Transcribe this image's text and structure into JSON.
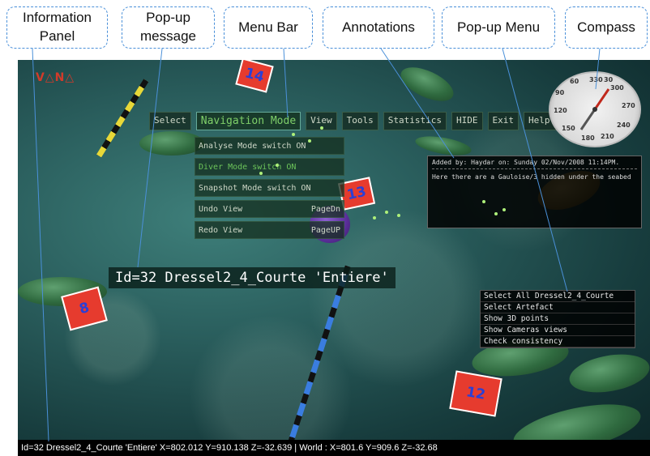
{
  "callouts": {
    "info_panel": "Information\nPanel",
    "popup_message": "Pop-up\nmessage",
    "menu_bar": "Menu Bar",
    "annotations": "Annotations",
    "popup_menu": "Pop-up Menu",
    "compass": "Compass"
  },
  "menubar": {
    "items": [
      "Select",
      "Navigation Mode",
      "View",
      "Tools",
      "Statistics",
      "HIDE",
      "Exit",
      "Help ?"
    ]
  },
  "submenu": {
    "rows": [
      {
        "label": "Analyse Mode switch ON",
        "key": ""
      },
      {
        "label": "Diver Mode switch ON",
        "key": ""
      },
      {
        "label": "Snapshot Mode switch ON",
        "key": ""
      },
      {
        "label": "Undo View",
        "key": "PageDn"
      },
      {
        "label": "Redo View",
        "key": "PageUP"
      }
    ]
  },
  "popup_message": "Id=32 Dressel2_4_Courte 'Entiere'",
  "annotation": {
    "header": "Added by: Haydar  on: Sunday 02/Nov/2008  11:14PM.",
    "body": "Here there are a Gauloise/3 hidden under the seabed"
  },
  "popup_menu": {
    "items": [
      "Select All Dressel2_4_Courte",
      "Select Artefact",
      "Show 3D points",
      "Show Cameras views",
      "Check consistency"
    ]
  },
  "compass": {
    "labels": [
      "330",
      "300",
      "270",
      "240",
      "210",
      "180",
      "150",
      "120",
      "90",
      "60",
      "30"
    ]
  },
  "tags": [
    "14",
    "13",
    "8",
    "12"
  ],
  "info_panel": "Id=32 Dressel2_4_Courte 'Entiere' X=802.012 Y=910.138 Z=-32.639   |   World : X=801.6  Y=909.6  Z=-32.68",
  "colors": {
    "menu_active": "#7fd06a",
    "tag_red": "#e63b2e",
    "tag_text": "#2a3fd6",
    "callout_border": "#4a90d9"
  }
}
